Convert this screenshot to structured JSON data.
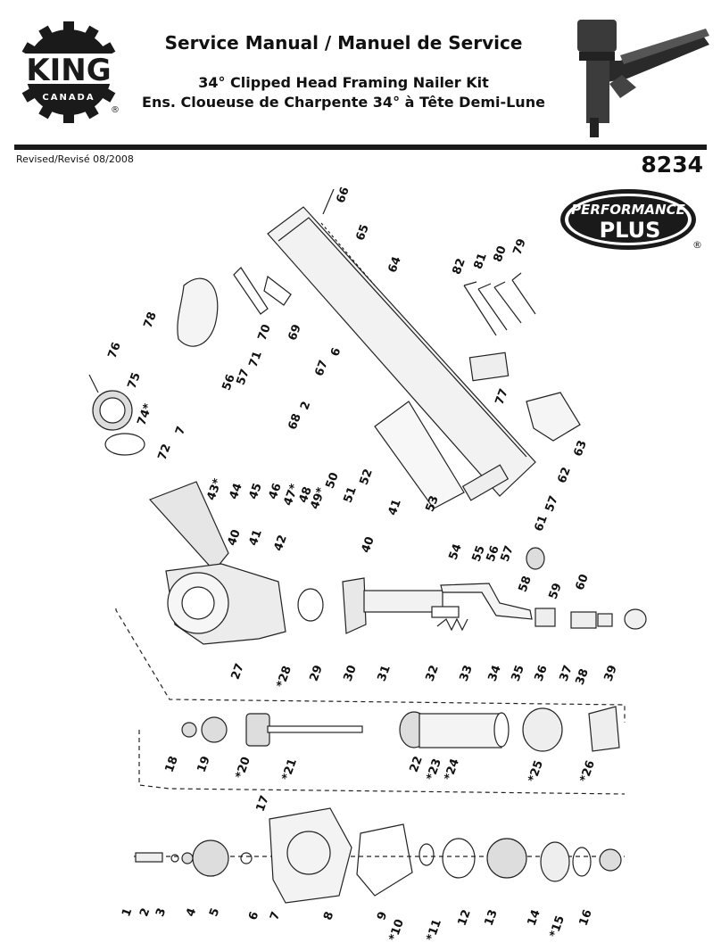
{
  "brand": {
    "name": "KING",
    "sub": "CANADA",
    "registered": "®"
  },
  "header": {
    "title": "Service Manual / Manuel de Service",
    "subtitle_en": "34° Clipped Head Framing Nailer Kit",
    "subtitle_fr": "Ens. Cloueuse de Charpente 34° à Tête Demi-Lune",
    "revised": "Revised/Revisé 08/2008",
    "model": "8234"
  },
  "badge": {
    "line1": "PERFORMANCE",
    "line2": "PLUS",
    "registered": "®"
  },
  "parts": [
    "66",
    "65",
    "64",
    "82",
    "81",
    "80",
    "79",
    "78",
    "70",
    "69",
    "76",
    "75",
    "74*",
    "67",
    "6",
    "71",
    "57",
    "56",
    "2",
    "68",
    "7",
    "77",
    "72",
    "63",
    "43*",
    "44",
    "45",
    "46",
    "47*",
    "48",
    "49*",
    "50",
    "52",
    "51",
    "41",
    "62",
    "57",
    "53",
    "61",
    "40",
    "41",
    "42",
    "40",
    "54",
    "55",
    "56",
    "57",
    "58",
    "59",
    "60",
    "27",
    "*28",
    "29",
    "30",
    "31",
    "32",
    "33",
    "34",
    "35",
    "36",
    "37",
    "38",
    "39",
    "18",
    "19",
    "*20",
    "*21",
    "22",
    "*23",
    "*24",
    "*25",
    "*26",
    "17",
    "1",
    "2",
    "3",
    "4",
    "5",
    "6",
    "7",
    "8",
    "9",
    "*10",
    "*11",
    "12",
    "13",
    "14",
    "*15",
    "16"
  ]
}
